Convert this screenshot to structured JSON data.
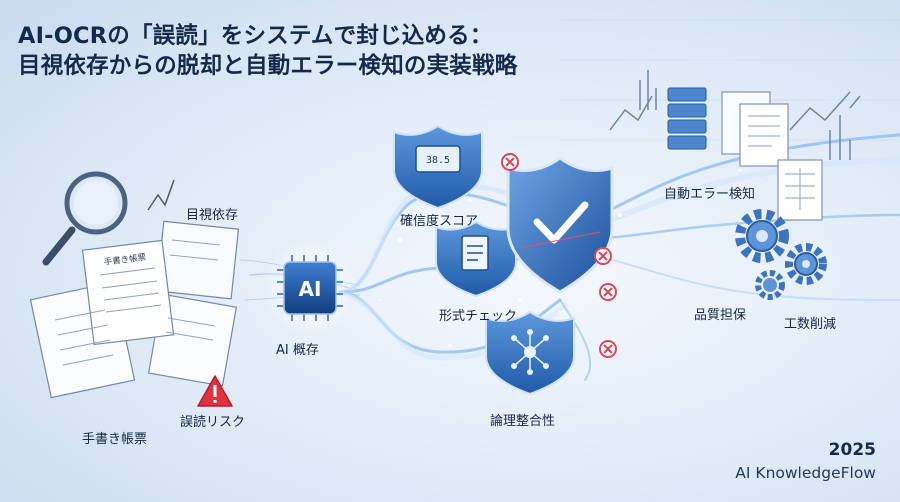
{
  "title": {
    "line1": "AI-OCRの「誤読」をシステムで封じ込める：",
    "line2": "目視依存からの脱却と自動エラー検知の実装戦略"
  },
  "labels": {
    "visual_dependency": "目視依存",
    "handwritten_forms": "手書き帳票",
    "misread_risk": "誤読リスク",
    "ai_dependency": "AI 概存",
    "confidence_score": "確信度スコア",
    "format_check": "形式チェック",
    "logical_consistency": "論理整合性",
    "auto_error_detection": "自動エラー検知",
    "quality_assurance": "品質担保",
    "effort_reduction": "工数削減"
  },
  "graphics": {
    "form_title": "手書き帳票",
    "chip_text": "AI",
    "score_text": "38.5"
  },
  "footer": {
    "year": "2025",
    "brand": "AI KnowledgeFlow"
  },
  "colors": {
    "title": "#132a4a",
    "shield": "#2f6fc0",
    "chip": "#1d4f9c",
    "error": "#e04455",
    "warning": "#d8283a",
    "flow": "#9cc6f3"
  },
  "icons": [
    "magnifier-icon",
    "warning-icon",
    "ai-chip-icon",
    "shield-score-icon",
    "document-icon",
    "network-shield-icon",
    "checkmark-shield-icon",
    "error-x-icon",
    "server-stack-icon",
    "gear-icon",
    "chart-icon"
  ]
}
